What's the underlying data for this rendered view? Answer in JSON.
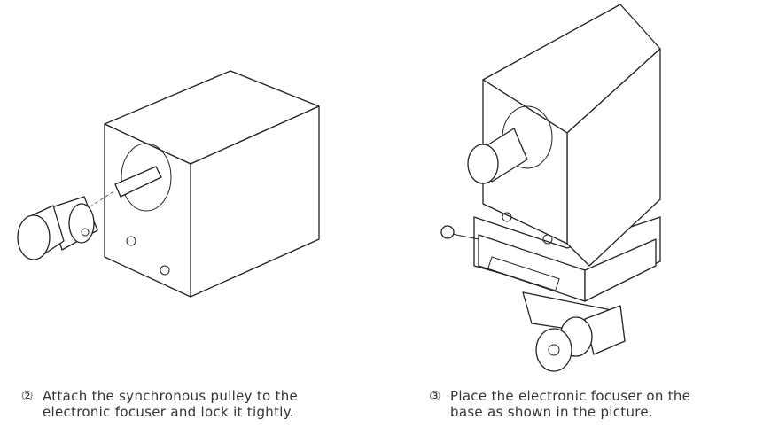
{
  "steps": [
    {
      "number": "②",
      "lines": [
        "Attach the synchronous pulley to the",
        "electronic focuser and lock it tightly."
      ]
    },
    {
      "number": "③",
      "lines": [
        "Place the electronic focuser on the",
        "base as shown in the picture."
      ]
    }
  ]
}
